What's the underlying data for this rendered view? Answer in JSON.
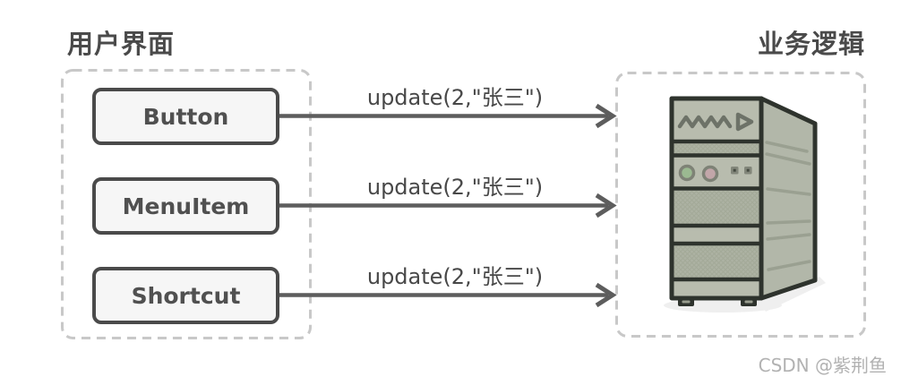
{
  "diagram": {
    "left_panel": {
      "title": "用户界面",
      "items": [
        {
          "label": "Button"
        },
        {
          "label": "MenuItem"
        },
        {
          "label": "Shortcut"
        }
      ]
    },
    "right_panel": {
      "title": "业务逻辑",
      "icon": "server-tower-icon"
    },
    "arrows": [
      {
        "from": "Button",
        "to": "业务逻辑",
        "label": "update(2,\"张三\")"
      },
      {
        "from": "MenuItem",
        "to": "业务逻辑",
        "label": "update(2,\"张三\")"
      },
      {
        "from": "Shortcut",
        "to": "业务逻辑",
        "label": "update(2,\"张三\")"
      }
    ],
    "watermark": "CSDN @紫荆鱼",
    "colors": {
      "dashed_border": "#c8c8c8",
      "arrow": "#5d5d5d",
      "box_border": "#4a4a4a",
      "box_fill": "#f6f6f6",
      "text": "#4a4a4a",
      "server_outline": "#2e332d",
      "server_front": "#b8bcae",
      "server_side": "#b2b7a9",
      "server_hatch": "#adb2a3",
      "led_green": "#9bb991",
      "led_pink": "#c2a6a9",
      "watermark_gray": "#b2b2b2"
    }
  }
}
